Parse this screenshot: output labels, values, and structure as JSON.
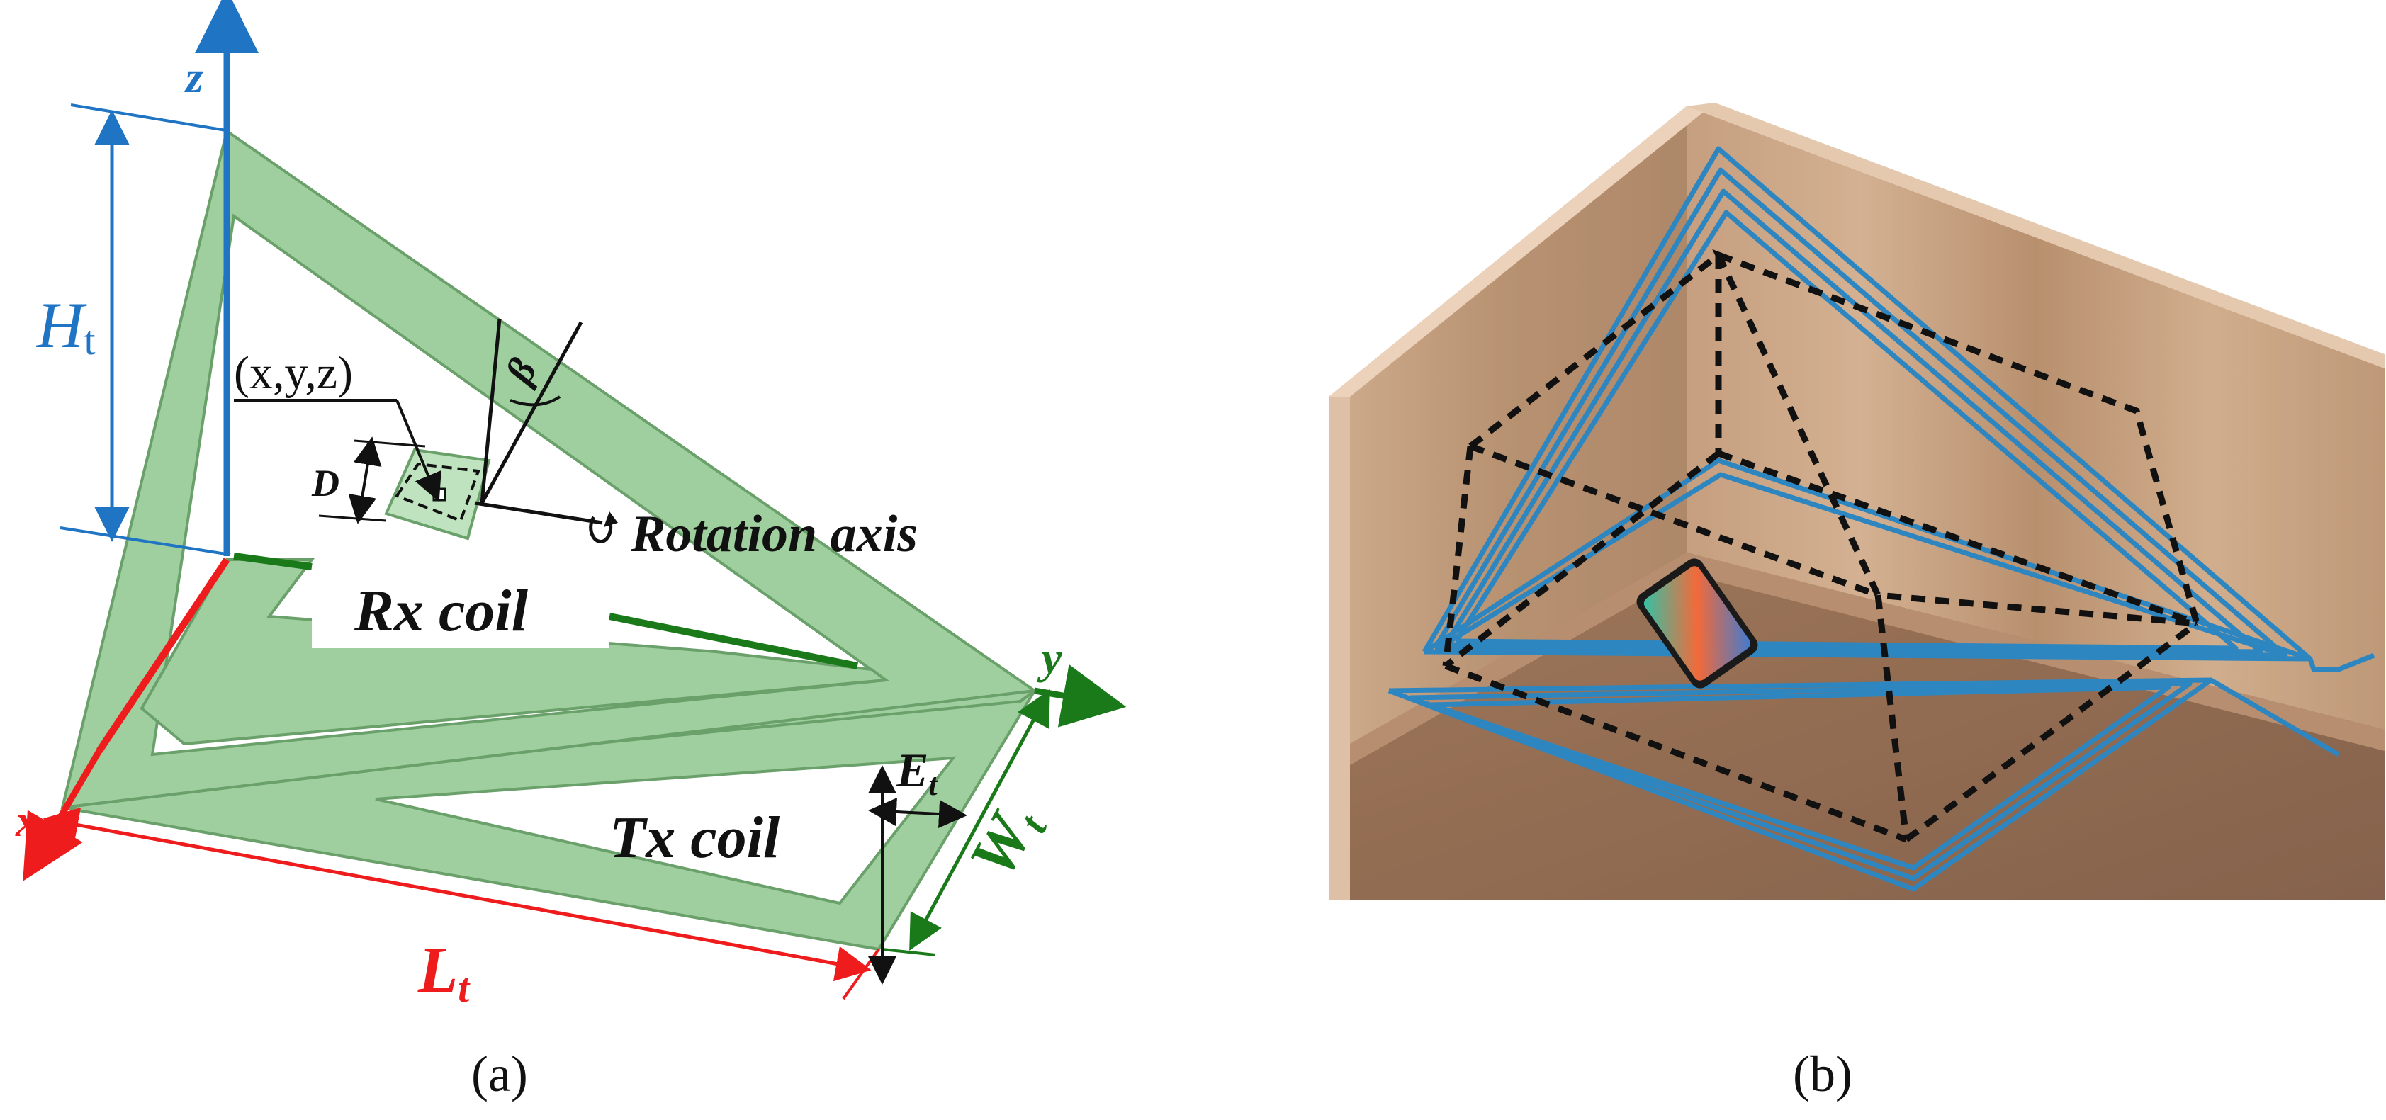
{
  "panel_a": {
    "caption": "(a)",
    "axes": {
      "z": "z",
      "x": "x",
      "y": "y"
    },
    "dims": {
      "height_main": "H",
      "height_sub": "t",
      "length_main": "L",
      "length_sub": "t",
      "width_main": "W",
      "width_sub": "t",
      "edge_main": "E",
      "edge_sub": "t",
      "coil_d": "D",
      "angle": "β"
    },
    "labels": {
      "rx_coil": "Rx coil",
      "tx_coil": "Tx coil",
      "position": "(x,y,z)",
      "rotation_axis": "Rotation axis"
    }
  },
  "panel_b": {
    "caption": "(b)"
  },
  "colors": {
    "coil_fill": "#9fcf9f",
    "coil_stroke": "#6aa06a",
    "z_axis": "#1f74c4",
    "x_axis": "#ee1c1c",
    "y_axis": "#1a7a1a",
    "wire": "#2e86c1",
    "dashed": "#111111"
  },
  "icons": [
    "rotation-arrow-icon",
    "smartphone-icon"
  ]
}
